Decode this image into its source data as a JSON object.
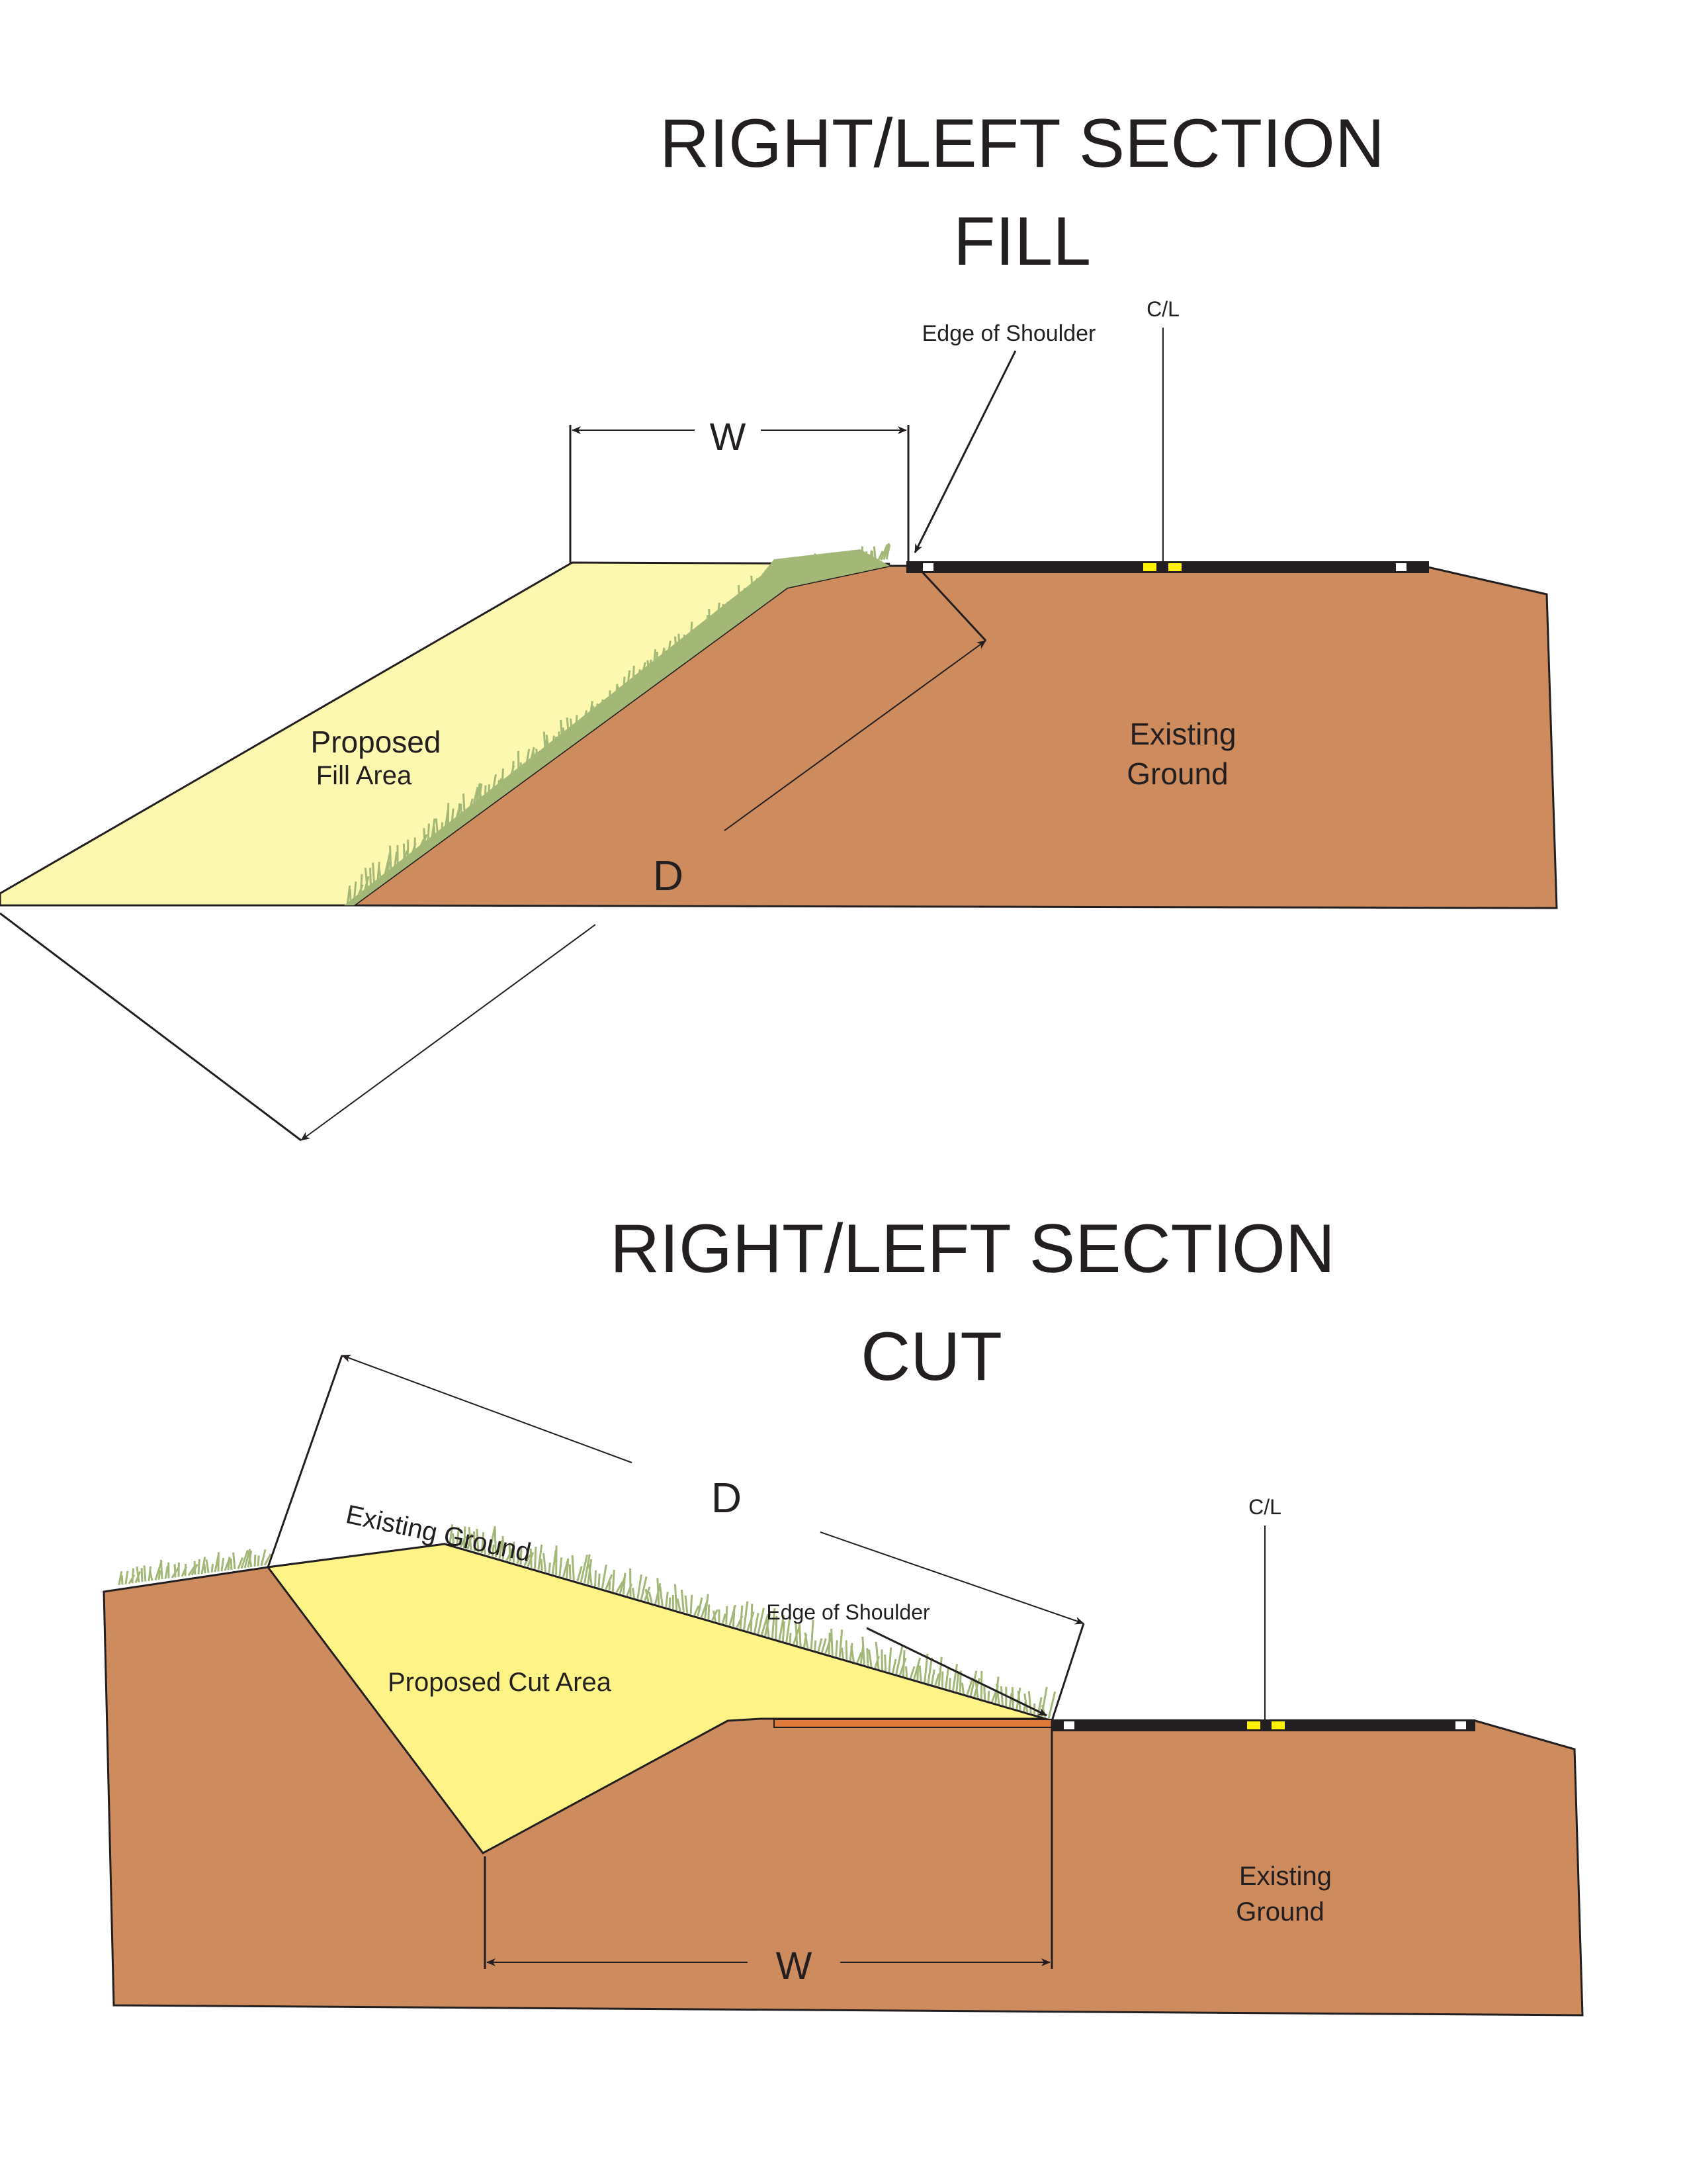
{
  "colors": {
    "ground": "#cd8b5e",
    "proposed_fill": "#fdf8b0",
    "proposed_cut": "#fdf386",
    "grass": "#a3b877",
    "pavement": "#231f20",
    "centerline": "#fff200",
    "ink": "#231f20"
  },
  "icons": [
    "dimension-arrow-icon",
    "leader-arrow-icon",
    "grass-texture"
  ],
  "fill_section": {
    "title_line1": "RIGHT/LEFT  SECTION",
    "title_line2": "FILL",
    "edge_of_shoulder": "Edge of Shoulder",
    "centerline": "C/L",
    "width_dim": "W",
    "depth_dim": "D",
    "proposed_line1": "Proposed",
    "proposed_line2": "Fill Area",
    "existing_line1": "Existing",
    "existing_line2": "Ground"
  },
  "cut_section": {
    "title_line1": "RIGHT/LEFT  SECTION",
    "title_line2": "CUT",
    "depth_dim": "D",
    "centerline": "C/L",
    "existing_ground_label": "Existing  Ground",
    "edge_of_shoulder": "Edge of Shoulder",
    "proposed_label": "Proposed  Cut Area",
    "width_dim": "W",
    "existing_line1": "Existing",
    "existing_line2": "Ground"
  }
}
